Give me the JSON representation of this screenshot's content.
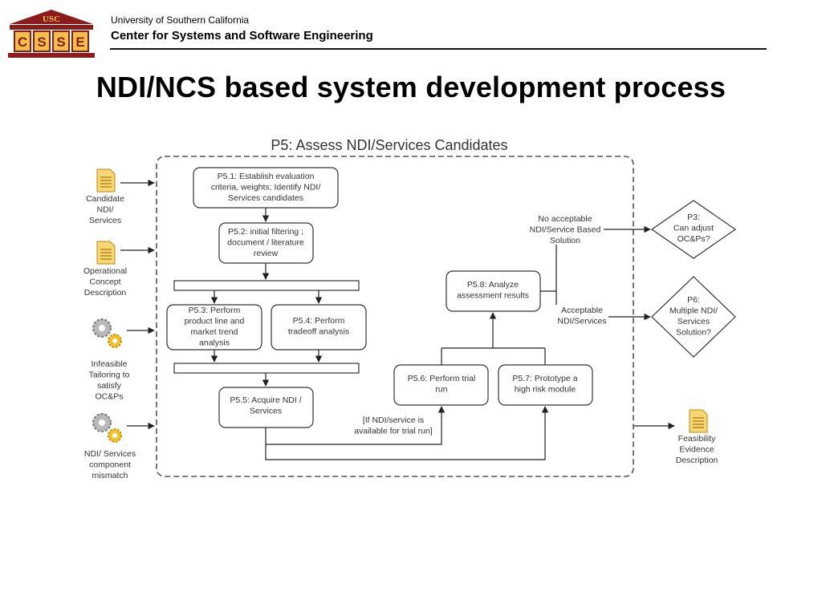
{
  "header": {
    "logo_text": "USC",
    "logo_letters": [
      "C",
      "S",
      "S",
      "E"
    ],
    "university": "University of Southern California",
    "center": "Center for Systems and Software Engineering"
  },
  "slide_title": "NDI/NCS based system development process",
  "diagram": {
    "container_title": "P5: Assess NDI/Services Candidates",
    "inputs": {
      "candidate": [
        "Candidate",
        "NDI/",
        "Services"
      ],
      "operational": [
        "Operational",
        "Concept",
        "Description"
      ],
      "infeasible": [
        "Infeasible",
        "Tailoring to",
        "satisfy",
        "OC&Ps"
      ],
      "mismatch": [
        "NDI/ Services",
        "component",
        "mismatch"
      ]
    },
    "steps": {
      "p51": [
        "P5.1: Establish evaluation",
        "criteria, weights; Identify NDI/",
        "Services candidates"
      ],
      "p52": [
        "P5.2: initial filtering ;",
        "document / literature",
        "review"
      ],
      "p53": [
        "P5.3: Perform",
        "product line and",
        "market trend",
        "analysis"
      ],
      "p54": [
        "P5.4: Perform",
        "tradeoff analysis"
      ],
      "p55": [
        "P5.5: Acquire NDI /",
        "Services"
      ],
      "p56": [
        "P5.6: Perform trial",
        "run"
      ],
      "p57": [
        "P5.7: Prototype a",
        "high risk module"
      ],
      "p58": [
        "P5.8: Analyze",
        "assessment results"
      ]
    },
    "decisions": {
      "p3": [
        "P3:",
        "Can adjust",
        "OC&Ps?"
      ],
      "p6": [
        "P6:",
        "Multiple NDI/",
        "Services",
        "Solution?"
      ]
    },
    "labels": {
      "no_acceptable": [
        "No acceptable",
        "NDI/Service Based",
        "Solution"
      ],
      "acceptable": [
        "Acceptable",
        "NDI/Services"
      ],
      "trial_condition": [
        "[If NDI/service is",
        "available for trial run]"
      ]
    },
    "output": [
      "Feasibility",
      "Evidence",
      "Description"
    ]
  }
}
